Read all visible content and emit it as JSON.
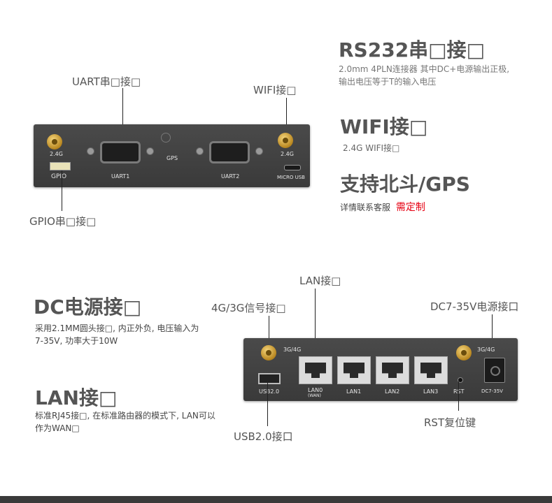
{
  "top": {
    "uart_label": "UART串□接□",
    "wifi_label": "WIFI接□",
    "gpio_label": "GPIO串□接□",
    "silk": {
      "ant_left": "2.4G",
      "gpio": "GPIO",
      "uart1": "UART1",
      "gps": "GPS",
      "uart2": "UART2",
      "ant_right": "2.4G",
      "micro_usb": "MICRO USB"
    }
  },
  "right_panel": {
    "rs232_title": "RS232串□接□",
    "rs232_desc1": "2.0mm 4PLN连接器 其中DC+电源输出正极,",
    "rs232_desc2": "输出电压等于T的输入电压",
    "wifi_title": "WIFI接□",
    "wifi_desc": "2.4G WIFI接□",
    "gps_title": "支持北斗/GPS",
    "gps_desc": "详情联系客服",
    "gps_custom": "需定制"
  },
  "bottom": {
    "lan_top_label": "LAN接□",
    "signal_label": "4G/3G信号接□",
    "dc_label": "DC7-35V电源接口",
    "rst_label": "RST复位键",
    "usb_label": "USB2.0接口",
    "silk": {
      "ant_left": "3G/4G",
      "ant_right": "3G/4G",
      "usb": "USB2.0",
      "lan0": "LAN0",
      "wan": "(WAN)",
      "lan1": "LAN1",
      "lan2": "LAN2",
      "lan3": "LAN3",
      "rst": "RST",
      "dc": "DC7-35V"
    }
  },
  "left_panel": {
    "dc_title": "DC电源接□",
    "dc_desc1": "采用2.1MM圆头接□, 内正外负, 电压输入为",
    "dc_desc2": "7-35V, 功率大于10W",
    "lan_title": "LAN接□",
    "lan_desc1": "标准RJ45接□, 在标准路由器的模式下, LAN可以",
    "lan_desc2": "作为WAN□"
  },
  "colors": {
    "heading": "#555555",
    "custom_red": "#e60012",
    "device": "#3f3f3f",
    "bottom_bar": "#3a3a3a"
  }
}
